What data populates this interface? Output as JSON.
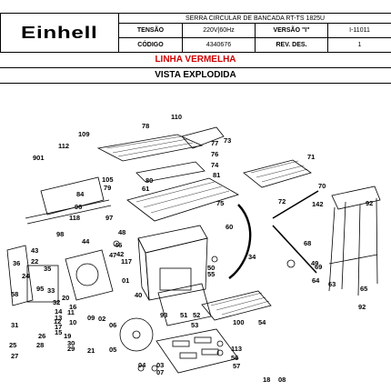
{
  "header": {
    "brand": "Einhell",
    "title": "SERRA CIRCULAR DE BANCADA RT-TS 1825U",
    "tensao_label": "TENSÃO",
    "tensao_value": "220V|60Hz",
    "versao_label": "VERSÃO \"I\"",
    "versao_value": "I-11011",
    "codigo_label": "CÓDIGO",
    "codigo_value": "4340676",
    "rev_label": "REV. DES.",
    "rev_value": "1"
  },
  "line_label": "LINHA VERMELHA",
  "view_label": "VISTA EXPLODIDA",
  "part_numbers": [
    "109",
    "78",
    "110",
    "73",
    "112",
    "77",
    "76",
    "74",
    "901",
    "105",
    "80",
    "79",
    "75",
    "72",
    "71",
    "70",
    "92",
    "142",
    "68",
    "84",
    "69",
    "96",
    "118",
    "97",
    "98",
    "81",
    "61",
    "60",
    "48",
    "46",
    "44",
    "42",
    "43",
    "35",
    "36",
    "22",
    "24",
    "34",
    "55",
    "50",
    "49",
    "64",
    "63",
    "65",
    "92",
    "117",
    "47",
    "40",
    "95",
    "33",
    "32",
    "14",
    "12",
    "13",
    "15",
    "17",
    "16",
    "11",
    "10",
    "09",
    "07",
    "02",
    "06",
    "05",
    "04",
    "03",
    "01",
    "93",
    "51",
    "52",
    "53",
    "54",
    "100",
    "113",
    "56",
    "57",
    "58",
    "31",
    "26",
    "25",
    "27",
    "28",
    "29",
    "30",
    "19",
    "20",
    "21",
    "18",
    "08"
  ],
  "icons": [
    "einhell-logo-wordmark",
    "exploded-view-drawing"
  ]
}
